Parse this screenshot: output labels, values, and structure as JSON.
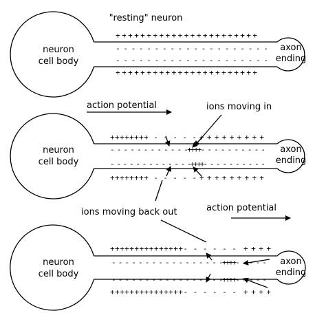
{
  "title": "\"resting\" neuron",
  "cell_label_line1": "neuron",
  "cell_label_line2": "cell body",
  "axon_label_line1": "axon",
  "axon_label_line2": "ending",
  "action_potential": "action potential",
  "ions_moving_in": "ions moving in",
  "ions_moving_back_out": "ions moving back out",
  "diagrams": [
    {
      "outer_top": "+++++++++++++++++++++++",
      "inner_top": "- - - - - - - - - - - - - - - - - - - -",
      "inner_bottom": "- - - - - - - - - - - - - - - - - - - -",
      "outer_bottom": "+++++++++++++++++++++++"
    },
    {
      "outer_top_left": "++++++++ - - - - -",
      "outer_top_right": "+++++++++",
      "inner_top": "- - - - - - - - - - - -++++- - - - - - - - - -",
      "inner_bottom": "- - - - - - - - - - - - -++++- - - - - - - - - -",
      "outer_bottom_left": "++++++++ - - - - -",
      "outer_bottom_right": "+++++++++"
    },
    {
      "outer_top_left": "+++++++++++++++- - - - - -",
      "outer_top_right": "++++",
      "inner_top": "- - - - - - - - - - - - - - - - -++++- - - - -",
      "inner_bottom": "- - - - - - - - - - - - - - - - -++++- - - - -",
      "outer_bottom_left": "+++++++++++++++- - - - - -",
      "outer_bottom_right": "++++"
    }
  ]
}
